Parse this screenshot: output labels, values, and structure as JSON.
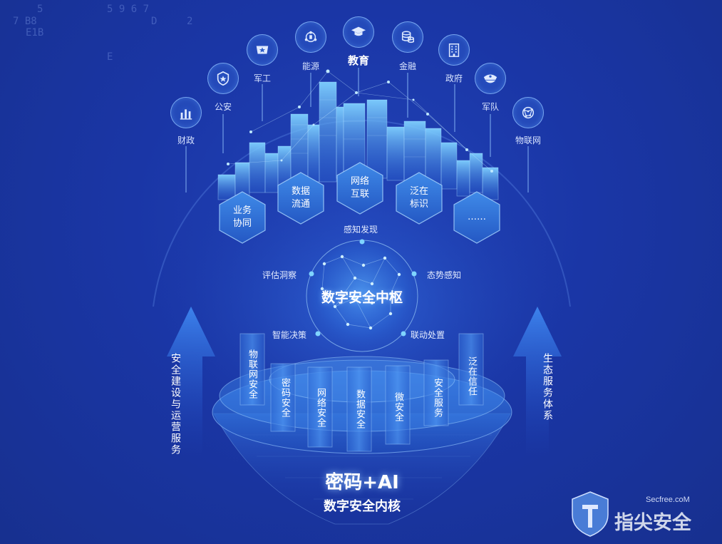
{
  "sectors": [
    {
      "label": "财政",
      "icon": "bar-chart-icon",
      "big": false
    },
    {
      "label": "公安",
      "icon": "police-badge-icon",
      "big": false
    },
    {
      "label": "军工",
      "icon": "military-badge-icon",
      "big": false
    },
    {
      "label": "能源",
      "icon": "energy-network-icon",
      "big": false
    },
    {
      "label": "教育",
      "icon": "graduation-cap-icon",
      "big": true
    },
    {
      "label": "金融",
      "icon": "coins-database-icon",
      "big": false
    },
    {
      "label": "政府",
      "icon": "government-building-icon",
      "big": false
    },
    {
      "label": "军队",
      "icon": "military-cap-icon",
      "big": false
    },
    {
      "label": "物联网",
      "icon": "iot-globe-icon",
      "big": false
    }
  ],
  "hexagons": [
    {
      "line1": "业务",
      "line2": "协同"
    },
    {
      "line1": "数据",
      "line2": "流通"
    },
    {
      "line1": "网络",
      "line2": "互联"
    },
    {
      "line1": "泛在",
      "line2": "标识"
    },
    {
      "line1": "……",
      "line2": ""
    }
  ],
  "hub": {
    "title": "数字安全中枢",
    "capabilities": [
      "感知发现",
      "评估洞察",
      "态势感知",
      "智能决策",
      "联动处置"
    ]
  },
  "pillars": [
    "物联网安全",
    "密码安全",
    "网络安全",
    "数据安全",
    "微安全",
    "安全服务",
    "泛在信任"
  ],
  "left_arrow_label": "安全建设与运营服务",
  "right_arrow_label": "生态服务体系",
  "core": {
    "title": "密码+AI",
    "subtitle": "数字安全内核"
  },
  "watermark": {
    "site": "Secfree.coM",
    "brand": "指尖安全"
  },
  "background_digits": [
    "5",
    "5 9 6 7",
    "7 B8",
    "E1B",
    "2",
    "D",
    "E"
  ],
  "colors": {
    "background": "#1a36a6",
    "accent": "#5ab4ff",
    "hex_fill": "#2f6fd8"
  }
}
